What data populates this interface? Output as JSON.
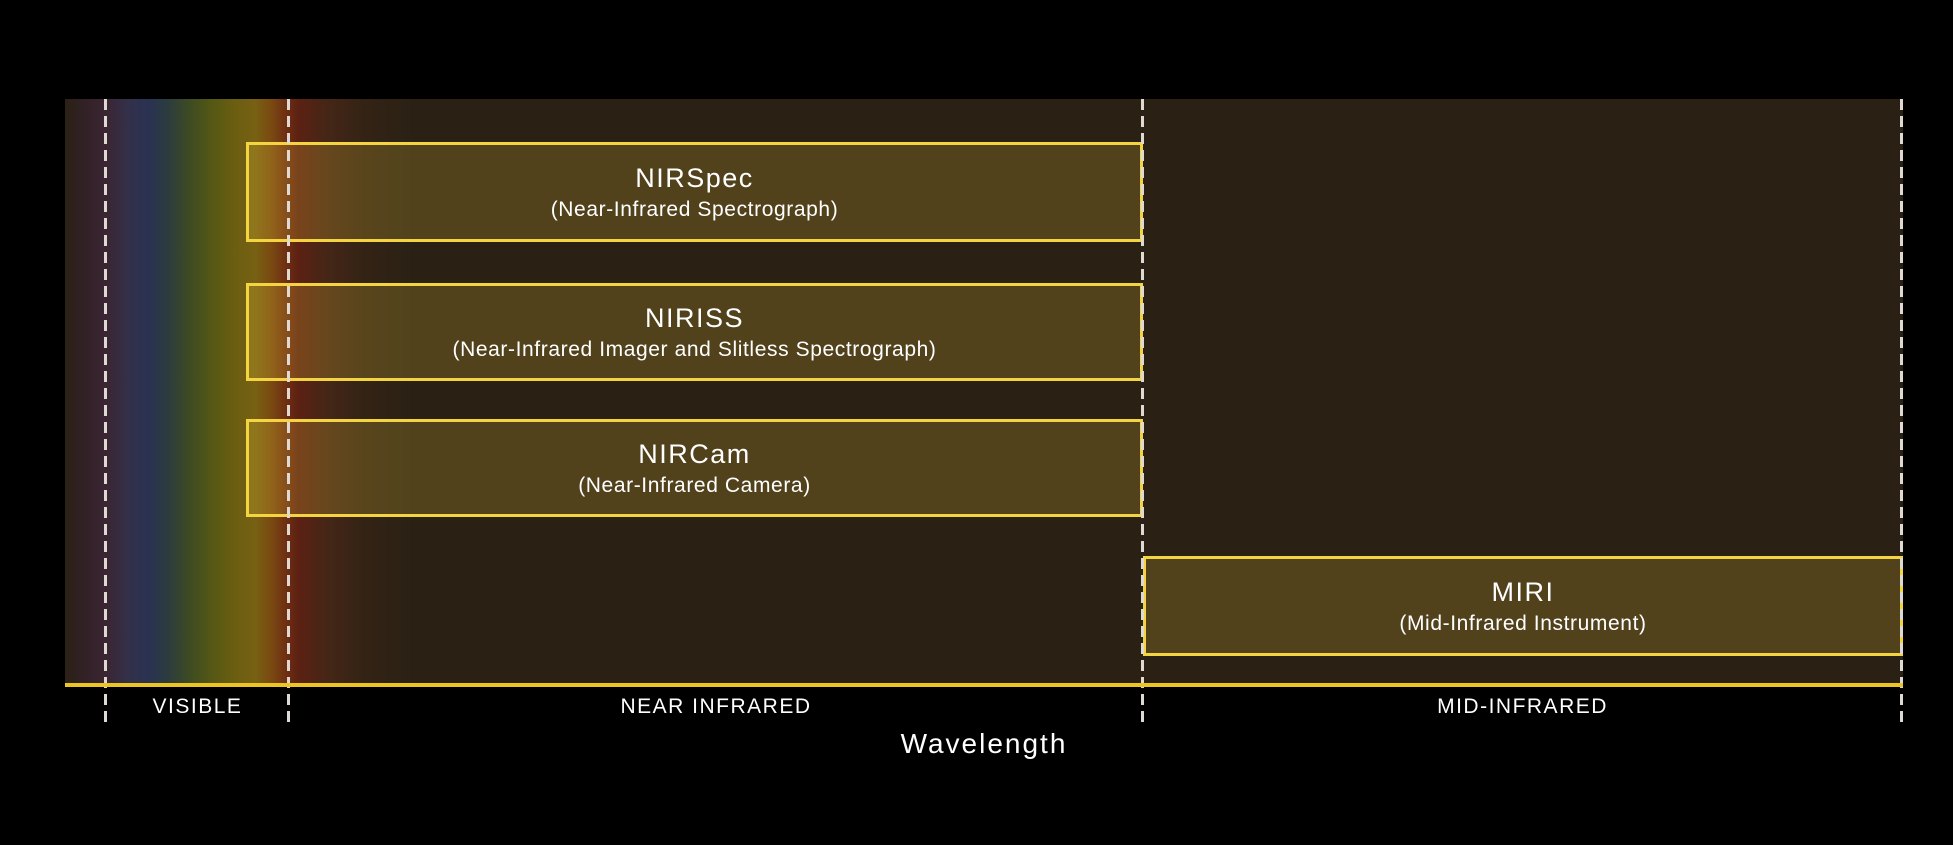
{
  "figure": {
    "description": "JWST instrument wavelength coverage diagram"
  },
  "palette": {
    "background": "#000000",
    "chart_background": "#2a2014",
    "box_border": "#f5d442",
    "axis_line": "#ecc522",
    "dashed_divider": "#ded9d3",
    "text": "#ffffff"
  },
  "instruments": [
    {
      "name": "NIRSpec",
      "full_name": "(Near-Infrared Spectrograph)",
      "band": "near-infrared"
    },
    {
      "name": "NIRISS",
      "full_name": "(Near-Infrared Imager and Slitless Spectrograph)",
      "band": "near-infrared"
    },
    {
      "name": "NIRCam",
      "full_name": "(Near-Infrared Camera)",
      "band": "near-infrared"
    },
    {
      "name": "MIRI",
      "full_name": "(Mid-Infrared Instrument)",
      "band": "mid-infrared"
    }
  ],
  "bands": [
    {
      "label": "VISIBLE"
    },
    {
      "label": "NEAR INFRARED"
    },
    {
      "label": "MID-INFRARED"
    }
  ],
  "axis": {
    "label": "Wavelength"
  }
}
